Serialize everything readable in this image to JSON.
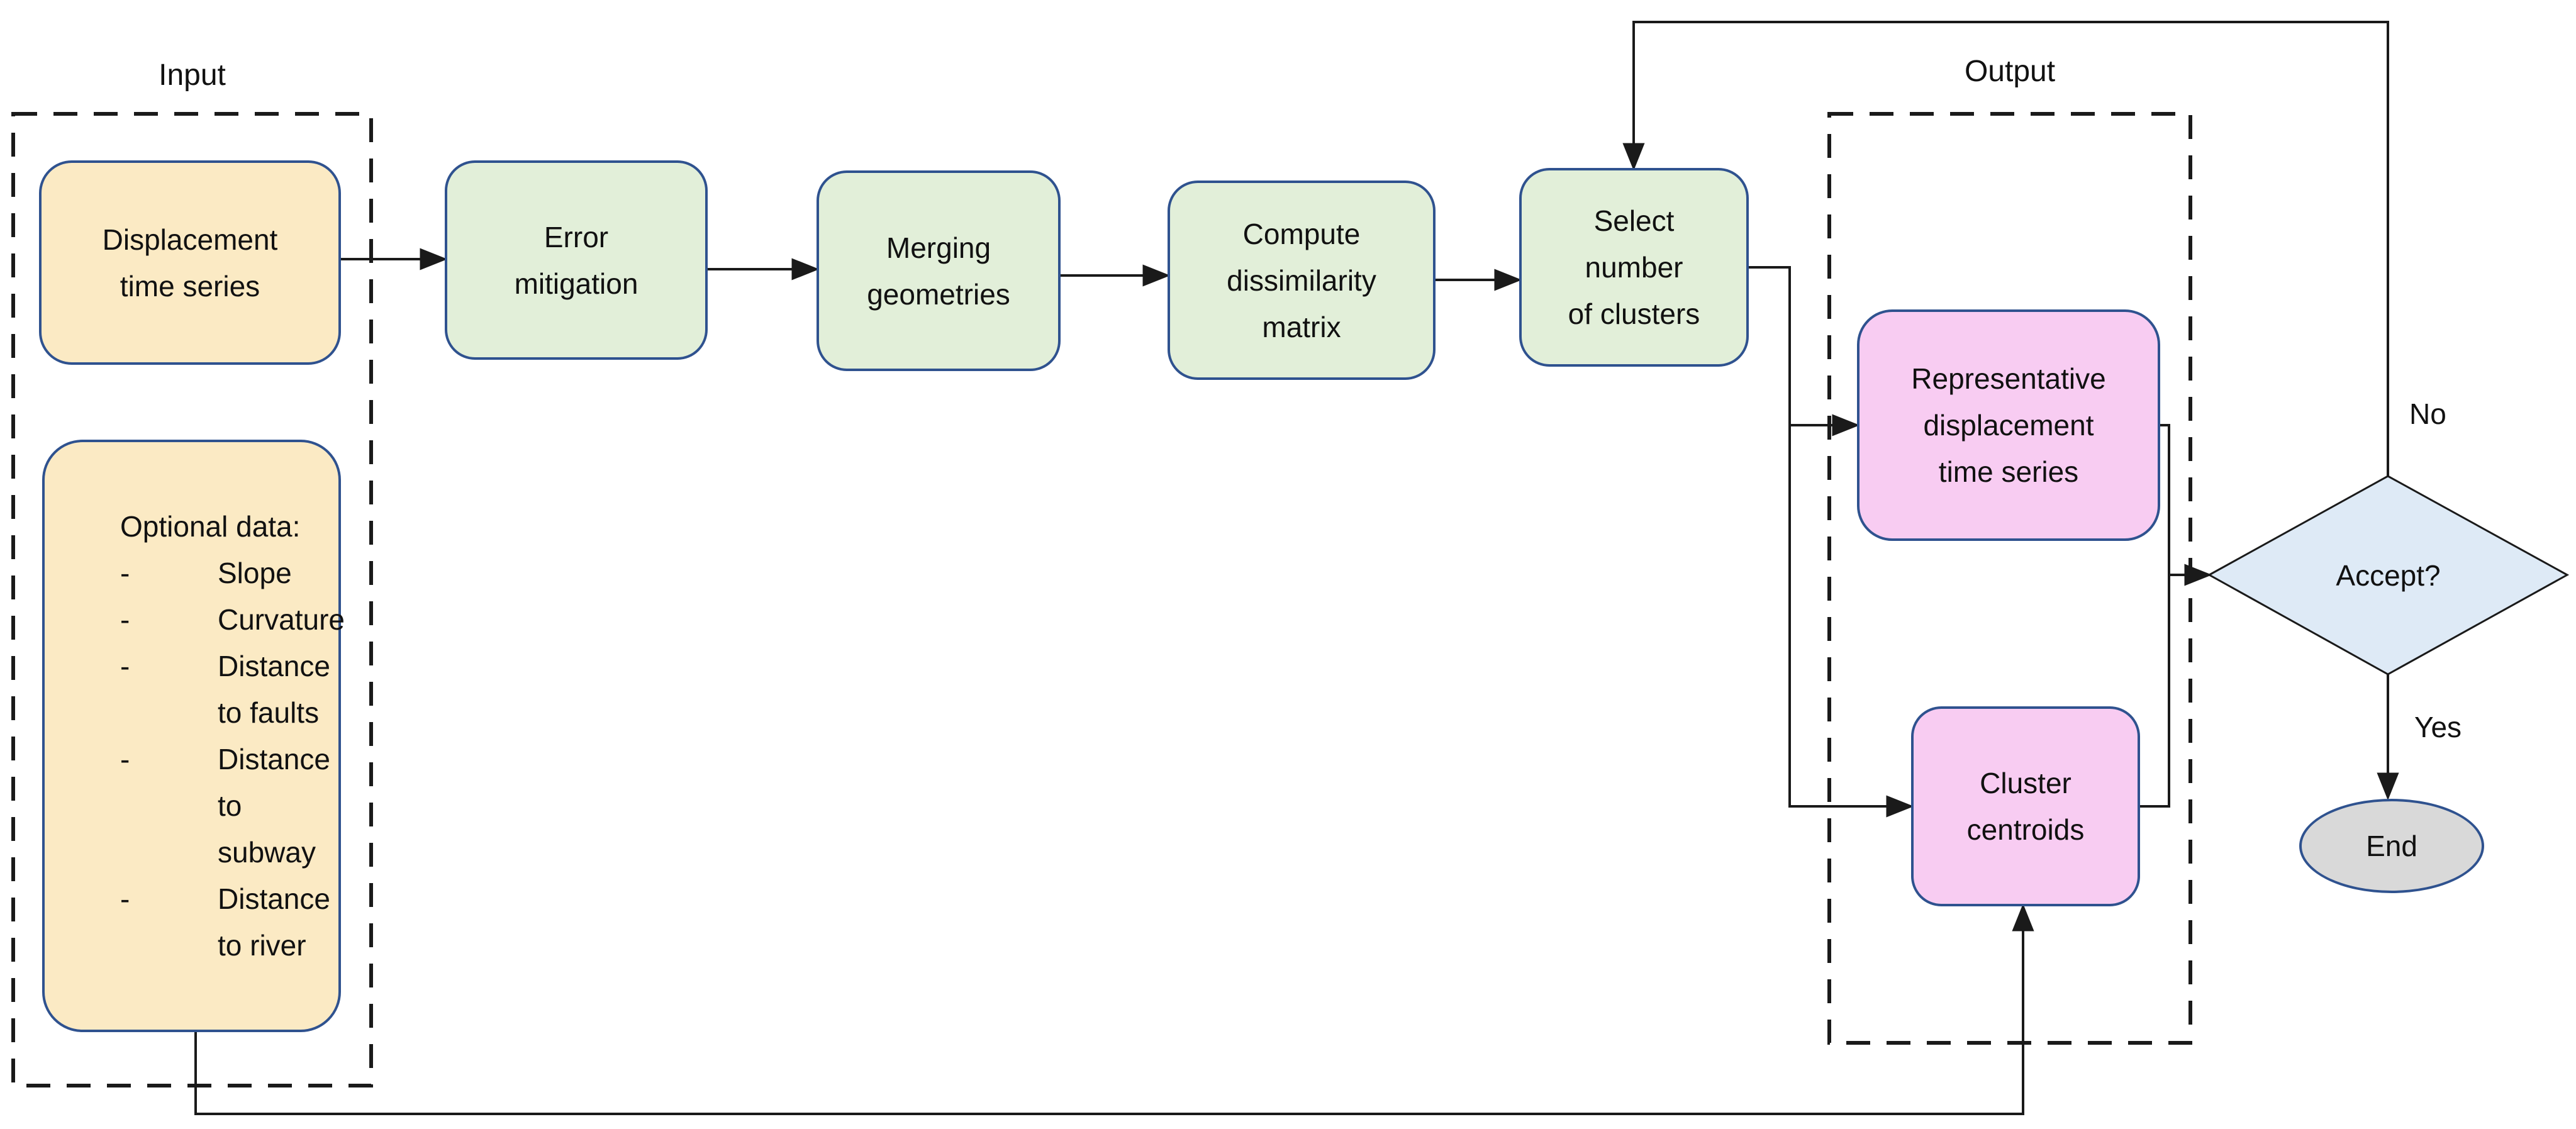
{
  "groups": {
    "input": {
      "label": "Input"
    },
    "output": {
      "label": "Output"
    }
  },
  "nodes": {
    "displacement": {
      "label": "Displacement\ntime series"
    },
    "optional": {
      "title": "Optional data:",
      "bullet": "-",
      "items": [
        "Slope",
        "Curvature",
        "Distance\nto faults",
        "Distance\nto subway",
        "Distance\nto river"
      ]
    },
    "error": {
      "label": "Error\nmitigation"
    },
    "merging": {
      "label": "Merging\ngeometries"
    },
    "compute": {
      "label": "Compute\ndissimilarity\nmatrix"
    },
    "select": {
      "label": "Select\nnumber\nof clusters"
    },
    "representative": {
      "label": "Representative\ndisplacement\ntime series"
    },
    "cluster": {
      "label": "Cluster\ncentroids"
    },
    "decision": {
      "label": "Accept?"
    },
    "end": {
      "label": "End"
    }
  },
  "edge_labels": {
    "no": "No",
    "yes": "Yes"
  },
  "colors": {
    "node_border_blue": "#2F528F",
    "connector_black": "#1A1A1A",
    "input_fill": "#FBEAC4",
    "process_fill": "#E2EFD9",
    "output_fill": "#F8CCF2",
    "decision_fill": "#DEEAF6",
    "terminal_fill": "#D9D9D9"
  }
}
